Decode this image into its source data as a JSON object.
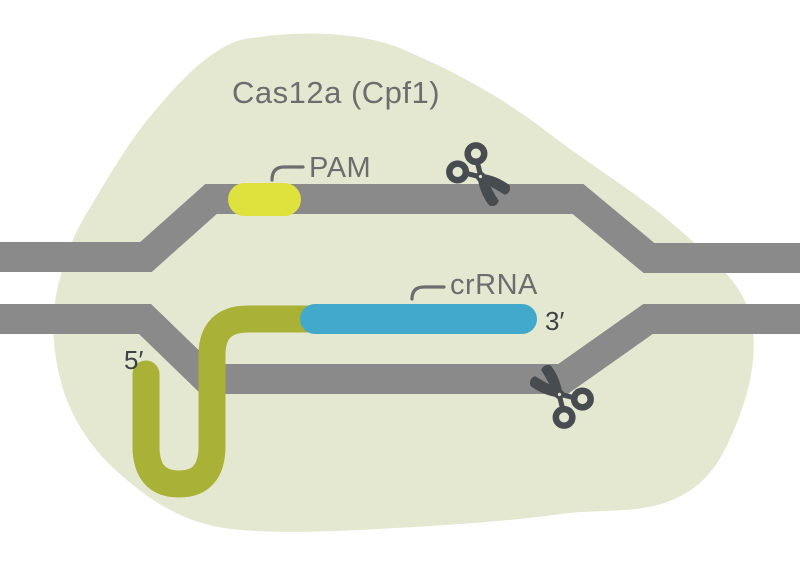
{
  "title": "Cas12a (Cpf1)",
  "labels": {
    "pam": "PAM",
    "crrna": "crRNA",
    "five_prime": "5′",
    "three_prime": "3′"
  },
  "icons": {
    "top_cut": "scissors-icon",
    "bottom_cut": "scissors-icon"
  },
  "colors": {
    "protein_blob": "#e5e8d1",
    "dna_strand": "#8a8a8a",
    "pam_site": "#dfe23c",
    "crrna_spacer": "#42a9cc",
    "crrna_scaffold": "#a9b137",
    "scissors": "#474c51",
    "label_text": "#6c6d6f",
    "prime_label_text": "#3d4247"
  }
}
